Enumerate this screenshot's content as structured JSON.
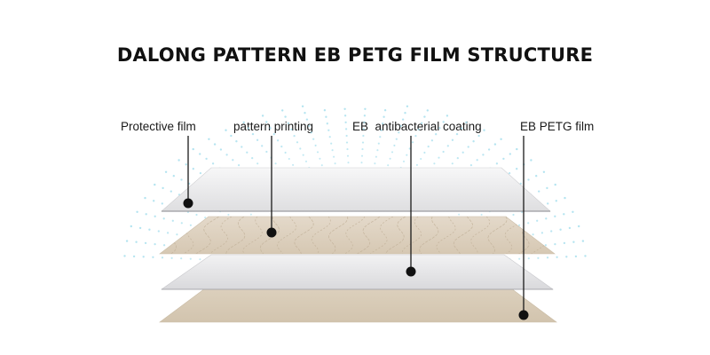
{
  "title": "DALONG PATTERN EB PETG FILM STRUCTURE",
  "layers": [
    {
      "label": "Protective film"
    },
    {
      "label": "pattern printing"
    },
    {
      "label": "EB  antibacterial coating"
    },
    {
      "label": "EB PETG film"
    }
  ],
  "colors": {
    "title": "#111111",
    "leader": "#1a1a1a",
    "dome_dots": "#9fdcec",
    "protective_film": "#e9e9ea",
    "pattern_printing": "#dccfbd",
    "pattern_lines": "#c2b29a",
    "antibacterial_coating": "#e3e3e6",
    "petg_film": "#d8cbb6"
  }
}
